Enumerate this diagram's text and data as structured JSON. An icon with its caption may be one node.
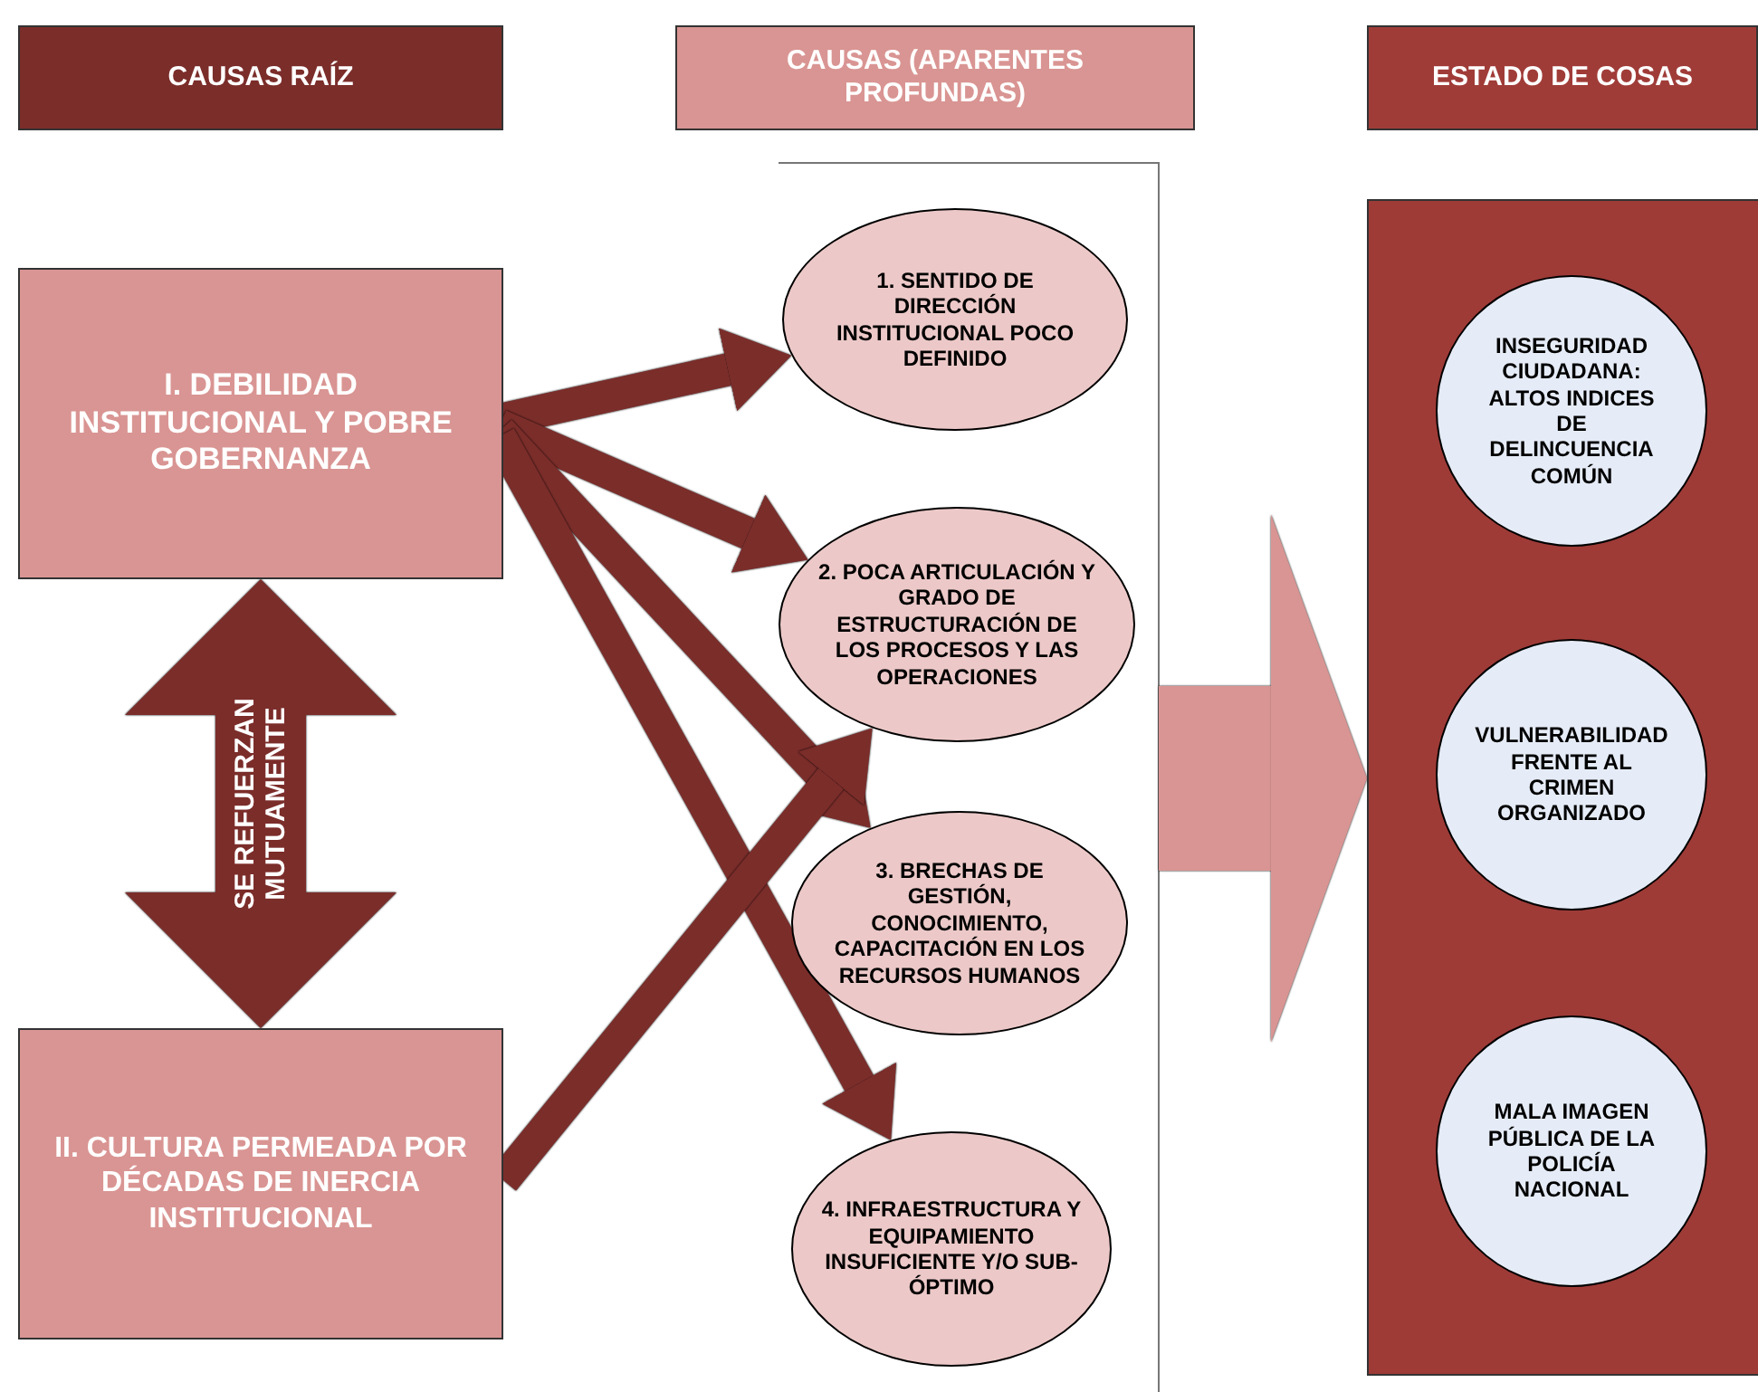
{
  "diagram": {
    "nodes": [
      {
        "text": [
          "CAUSAS RAÍZ"
        ]
      },
      {
        "text": [
          "CAUSAS (APARENTES PROFUNDAS)"
        ]
      },
      {
        "text": [
          "ESTADO DE COSAS"
        ]
      },
      {
        "text": [
          "I. DEBILIDAD INSTITUCIONAL Y POBRE GOBERNANZA"
        ]
      },
      {
        "text": [
          "II. CULTURA PERMEADA POR DÉCADAS DE INERCIA INSTITUCIONAL"
        ]
      },
      {
        "text": [
          "1. SENTIDO DE DIRECCIÓN INSTITUCIONAL POCO DEFINIDO"
        ]
      },
      {
        "text": [
          "2. POCA ARTICULACIÓN Y GRADO DE ESTRUCTURACIÓN DE LOS PROCESOS Y LAS OPERACIONES"
        ]
      },
      {
        "text": [
          "3. BRECHAS DE GESTIÓN, CONOCIMIENTO, CAPACITACIÓN EN LOS RECURSOS HUMANOS"
        ]
      },
      {
        "text": [
          "4. INFRAESTRUCTURA Y EQUIPAMIENTO INSUFICIENTE Y/O SUB-ÓPTIMO"
        ]
      },
      {
        "text": [],
        "shape": "box"
      },
      {
        "text": [
          "INSEGURIDAD CIUDADANA: ALTOS INDICES DE DELINCUENCIA COMÚN"
        ],
        "in": 9
      },
      {
        "text": [
          "VULNERABILIDAD FRENTE AL CRIMEN ORGANIZADO"
        ],
        "in": 9
      },
      {
        "text": [
          "MALA IMAGEN PÚBLICA DE LA POLICÍA NACIONAL"
        ],
        "in": 9
      }
    ],
    "edges": [
      {
        "from": 3,
        "to": 4,
        "arrow": "both",
        "label": "SE REFUERZAN MUTUAMENTE",
        "style": "thick"
      },
      {
        "from": 3,
        "to": 5,
        "arrow": "to"
      },
      {
        "from": 3,
        "to": 6,
        "arrow": "to"
      },
      {
        "from": 3,
        "to": 7,
        "arrow": "to"
      },
      {
        "from": 3,
        "to": 8,
        "arrow": "to"
      },
      {
        "from": 4,
        "to": 6,
        "arrow": "to"
      },
      {
        "from": null,
        "to": 9,
        "arrow": "to",
        "style": "thick",
        "color": "#d99593"
      }
    ]
  }
}
